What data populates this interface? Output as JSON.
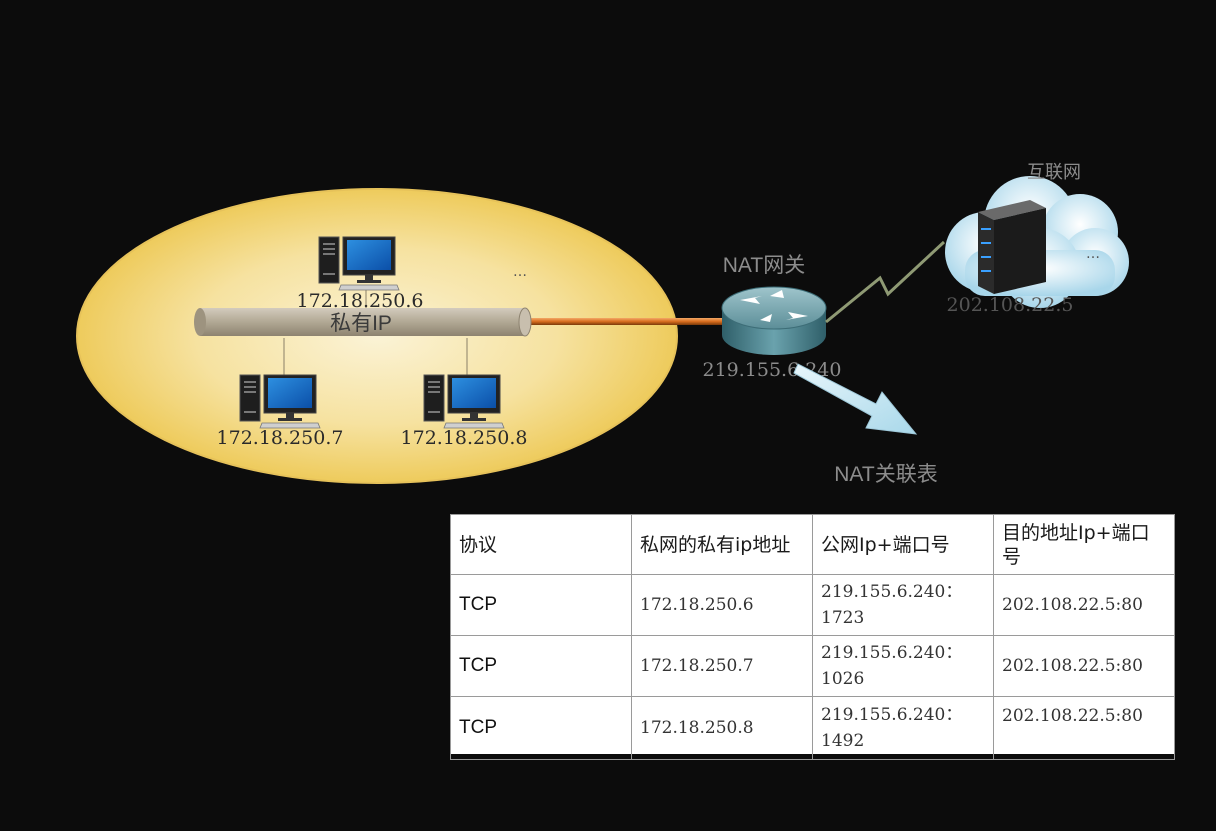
{
  "private_network": {
    "bus_label": "私有IP",
    "hosts": [
      {
        "ip": "172.18.250.6"
      },
      {
        "ip": "172.18.250.7"
      },
      {
        "ip": "172.18.250.8"
      }
    ],
    "ellipsis": "…"
  },
  "gateway": {
    "title": "NAT网关",
    "ip": "219.155.6.240"
  },
  "internet": {
    "title": "互联网",
    "server_ip": "202.108.22.5",
    "ellipsis": "…"
  },
  "nat_table": {
    "title": "NAT关联表",
    "headers": [
      "协议",
      "私网的私有ip地址",
      "公网Ip+端口号",
      "目的地址Ip+端口号"
    ],
    "rows": [
      {
        "protocol": "TCP",
        "private_ip": "172.18.250.6",
        "public_ip_port": "219.155.6.240：1723",
        "dest_ip_port": "202.108.22.5:80"
      },
      {
        "protocol": "TCP",
        "private_ip": "172.18.250.7",
        "public_ip_port": "219.155.6.240：1026",
        "dest_ip_port": "202.108.22.5:80"
      },
      {
        "protocol": "TCP",
        "private_ip": "172.18.250.8",
        "public_ip_port": "219.155.6.240：1492",
        "dest_ip_port": "202.108.22.5:80"
      }
    ]
  },
  "colors": {
    "background": "#0c0c0c",
    "private_zone": "#f0cf62",
    "cable": "#e07a2a",
    "label_gray": "#8c8c8c",
    "arrow": "#cfeaf5"
  }
}
